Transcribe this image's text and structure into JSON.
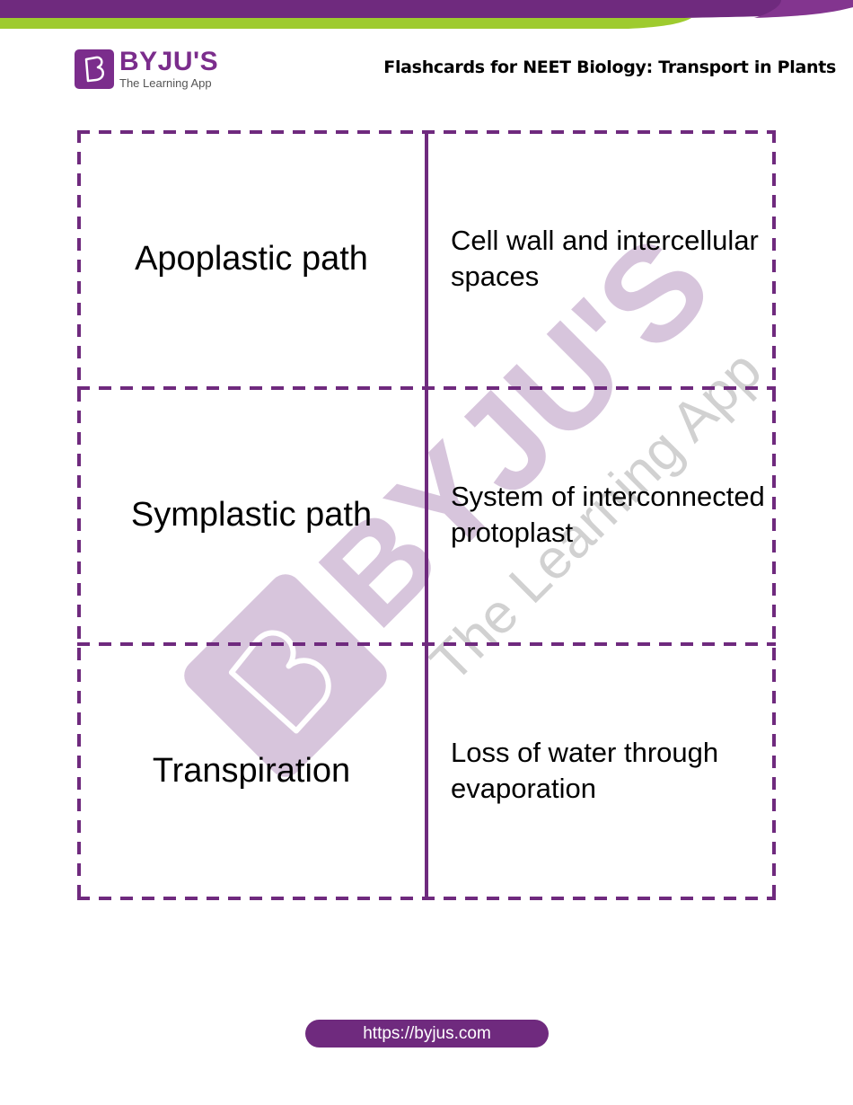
{
  "header": {
    "brand_name": "BYJU'S",
    "brand_tagline": "The Learning App",
    "title": "Flashcards for NEET Biology: Transport in Plants"
  },
  "colors": {
    "primary_purple": "#6f2a7e",
    "accent_green": "#9ecb2e"
  },
  "watermark": {
    "brand_name": "BYJU'S",
    "tagline": "The Learning App"
  },
  "flashcards": [
    {
      "term": "Apoplastic path",
      "definition": "Cell wall and intercellular spaces"
    },
    {
      "term": "Symplastic path",
      "definition": "System of interconnected protoplast"
    },
    {
      "term": "Transpiration",
      "definition": "Loss of water through evaporation"
    }
  ],
  "footer": {
    "url": "https://byjus.com"
  }
}
